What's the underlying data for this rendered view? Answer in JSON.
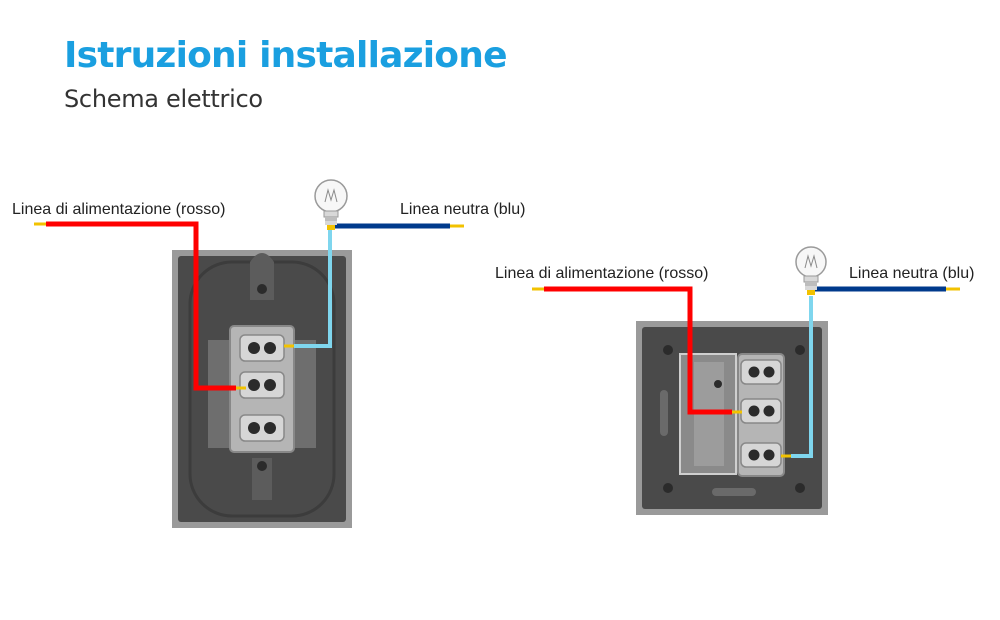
{
  "header": {
    "title": "Istruzioni installazione",
    "subtitle": "Schema elettrico"
  },
  "colors": {
    "accent": "#1a9fe0",
    "live_wire": "#ff0000",
    "neutral_wire": "#003a8c",
    "switch_wire": "#7fd6ee",
    "connector": "#f2c200",
    "plate_frame": "#9a9a9a",
    "plate_body": "#4a4a4a"
  },
  "diagrams": [
    {
      "live_label": "Linea di alimentazione (rosso)",
      "neutral_label": "Linea neutra (blu)"
    },
    {
      "live_label": "Linea di alimentazione (rosso)",
      "neutral_label": "Linea neutra (blu)"
    }
  ]
}
